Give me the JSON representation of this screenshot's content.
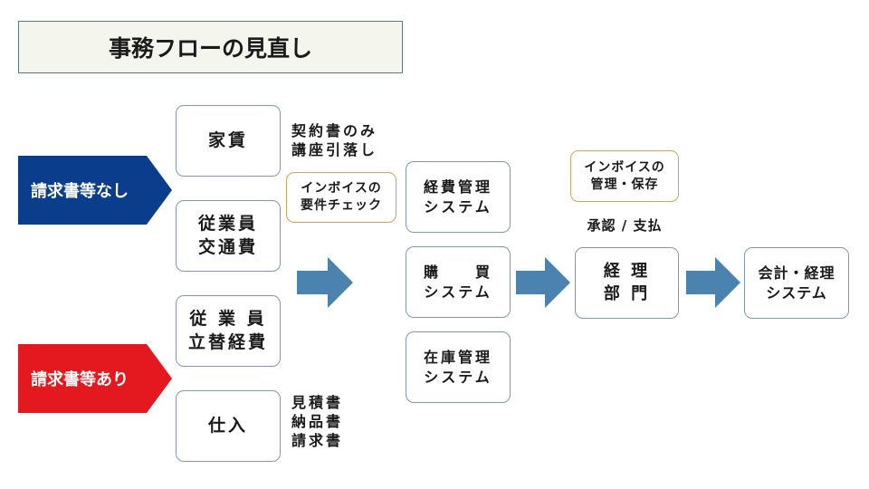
{
  "title": "事務フローの見直し",
  "categories": {
    "no_invoice": "請求書等なし",
    "with_invoice": "請求書等あり"
  },
  "expenses": {
    "rent": "家賃",
    "commute": "従業員\n交通費",
    "reimburse": "従 業 員\n立替経費",
    "purchase": "仕入"
  },
  "notes": {
    "rent_docs": "契約書のみ\n講座引落し",
    "invoice_check": "インボイスの\n要件チェック",
    "purchase_docs": "見積書\n納品書\n請求書",
    "invoice_store": "インボイスの\n管理・保存",
    "approval": "承認 / 支払"
  },
  "systems": {
    "expense_mgmt": "経費管理\nシステム",
    "procurement": "購　　買\nシステム",
    "inventory": "在庫管理\nシステム"
  },
  "departments": {
    "accounting": "経 理\n部 門",
    "accounting_system": "会計・経理\nシステム"
  },
  "colors": {
    "no_invoice": "#0a3e8c",
    "with_invoice": "#e4191f",
    "arrow": "#4a82b0",
    "node_border": "#7f98b4",
    "note_border": "#c7a75a"
  }
}
